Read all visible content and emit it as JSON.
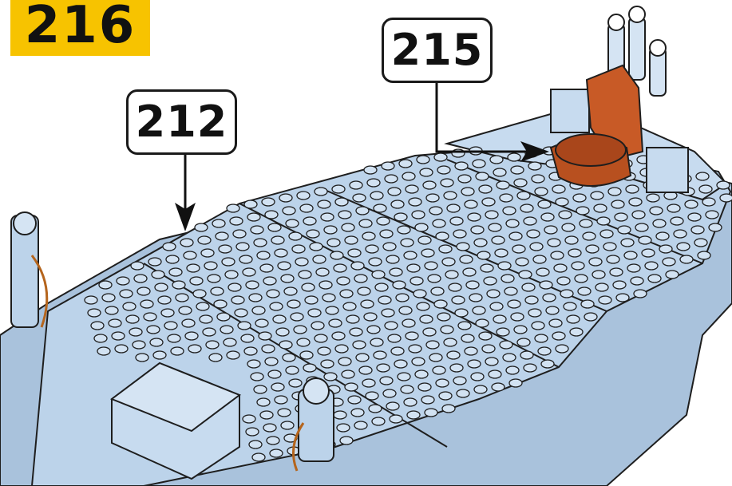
{
  "step_number": "216",
  "callouts": [
    {
      "id": "215",
      "label": "215"
    },
    {
      "id": "212",
      "label": "212"
    }
  ],
  "colors": {
    "step_badge": "#f7c300",
    "brick_light_blue": "#bcd3ea",
    "brick_outline": "#1e1e1e",
    "seat_orange": "#c85a26",
    "arrow": "#111111"
  },
  "icons": [
    "arrow-to-seat",
    "arrow-to-plates"
  ]
}
